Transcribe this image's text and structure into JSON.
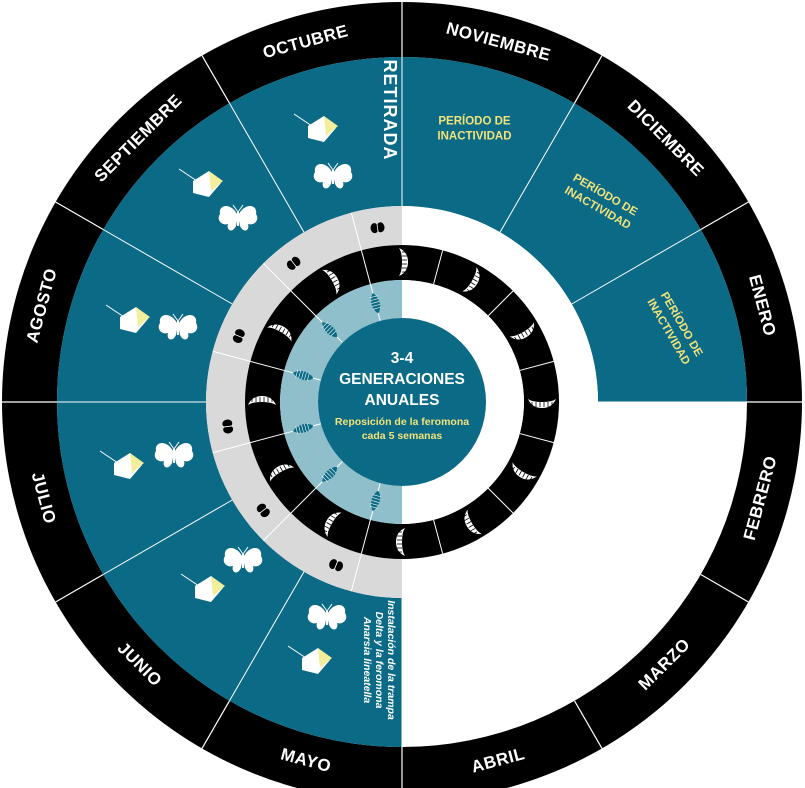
{
  "months": [
    "ENERO",
    "FEBRERO",
    "MARZO",
    "ABRIL",
    "MAYO",
    "JUNIO",
    "JULIO",
    "AGOSTO",
    "SEPTIEMBRE",
    "OCTUBRE",
    "NOVIEMBRE",
    "DICIEMBRE"
  ],
  "inactivity_label_line1": "PERÍODO DE",
  "inactivity_label_line2": "INACTIVIDAD",
  "center": {
    "line1": "3-4",
    "line2": "GENERACIONES",
    "line3": "ANUALES",
    "sub1": "Reposición de la feromona",
    "sub2": "cada 5 semanas"
  },
  "retirada_label": "RETIRADA",
  "installation_note": [
    "Instalación de la trampa",
    "Delta y la feromona",
    "Anarsia lineatella"
  ],
  "colors": {
    "teal": "#0b6a86",
    "black": "#000000",
    "light_gray": "#d9d9d9",
    "light_teal": "#8fbfca",
    "yellow": "#f2e27a",
    "trap_yellow": "#f3ee9c"
  },
  "icons": {
    "trap": "delta-trap-icon",
    "moth": "moth-icon",
    "larva": "larva-icon",
    "pupa": "pupa-icon",
    "egg": "egg-icon"
  }
}
